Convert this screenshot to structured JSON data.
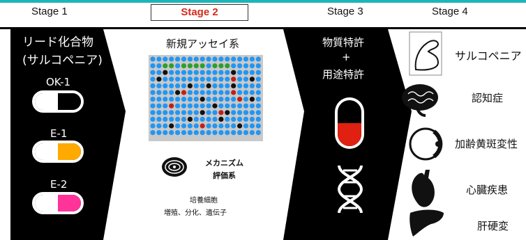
{
  "stages": {
    "s1": "Stage 1",
    "s2": "Stage 2",
    "s3": "Stage 3",
    "s4": "Stage 4"
  },
  "stage1": {
    "title_line1": "リード化合物",
    "title_line2": "(サルコペニア)",
    "compounds": [
      {
        "label": "OK-1",
        "color": "#000000"
      },
      {
        "label": "E-1",
        "color": "#ffaa00"
      },
      {
        "label": "E-2",
        "color": "#ff3399"
      }
    ]
  },
  "stage2": {
    "title": "新規アッセイ系",
    "mechanism_line1": "メカニズム",
    "mechanism_line2": "評価系",
    "culture_line1": "培養細胞",
    "culture_line2": "増殖、分化、遺伝子",
    "plate_colors": {
      "default": "#2196f3",
      "black": "#111111",
      "red": "#c0201a",
      "green": "#2e9e2e"
    }
  },
  "stage3": {
    "line1": "物質特許",
    "line2": "+",
    "line3": "用途特許",
    "capsule_color": "#e02010"
  },
  "stage4": {
    "diseases": [
      {
        "label": "サルコペニア",
        "icon": "muscle-arm-icon"
      },
      {
        "label": "認知症",
        "icon": "brain-icon"
      },
      {
        "label": "加齢黄斑変性",
        "icon": "eye-icon"
      },
      {
        "label": "心臓疾患",
        "icon": "heart-icon"
      },
      {
        "label": "肝硬変",
        "icon": "liver-icon"
      }
    ]
  }
}
